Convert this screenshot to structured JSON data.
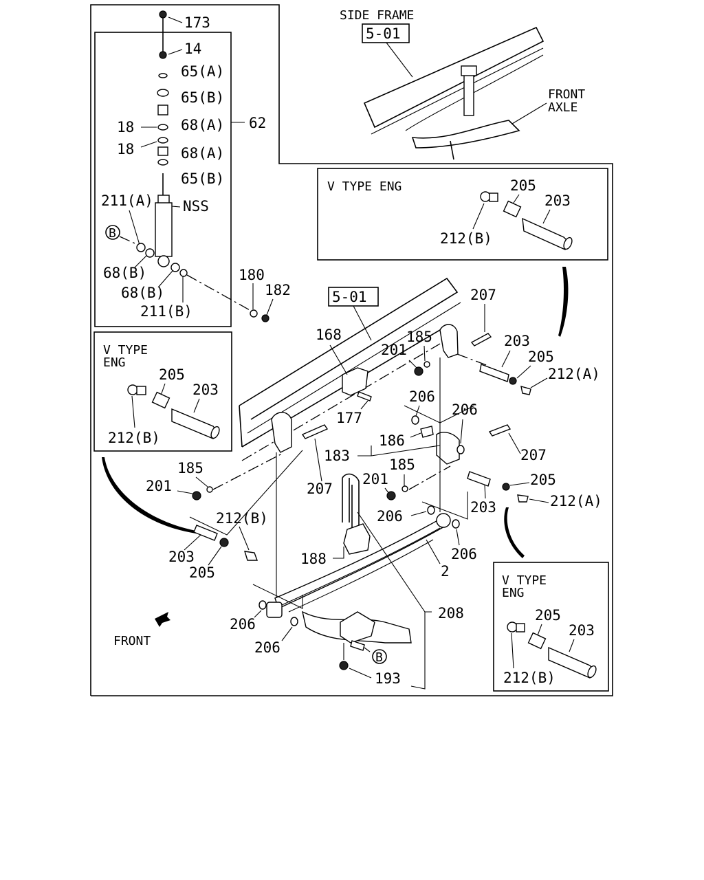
{
  "diagram": {
    "side_frame_label": "SIDE FRAME",
    "front_axle_label": "FRONT AXLE",
    "front_axle_line1": "FRONT",
    "front_axle_line2": "AXLE",
    "front_label": "FRONT",
    "ref_box": "5-01",
    "nss": "NSS",
    "circle_b": "B",
    "vtype_line1": "V TYPE",
    "vtype_line2": "ENG",
    "vtype_inline": "V TYPE ENG",
    "shock_parts": {
      "p173": "173",
      "p14": "14",
      "p65a": "65(A)",
      "p65b": "65(B)",
      "p68a": "68(A)",
      "p18": "18",
      "p62": "62",
      "p211a": "211(A)",
      "p68b": "68(B)",
      "p211b": "211(B)"
    },
    "parts": {
      "p180": "180",
      "p182": "182",
      "p168": "168",
      "p177": "177",
      "p185": "185",
      "p201": "201",
      "p207": "207",
      "p203": "203",
      "p205": "205",
      "p212a": "212(A)",
      "p212b": "212(B)",
      "p206": "206",
      "p186": "186",
      "p183": "183",
      "p188": "188",
      "p2": "2",
      "p208": "208",
      "p193": "193"
    }
  }
}
